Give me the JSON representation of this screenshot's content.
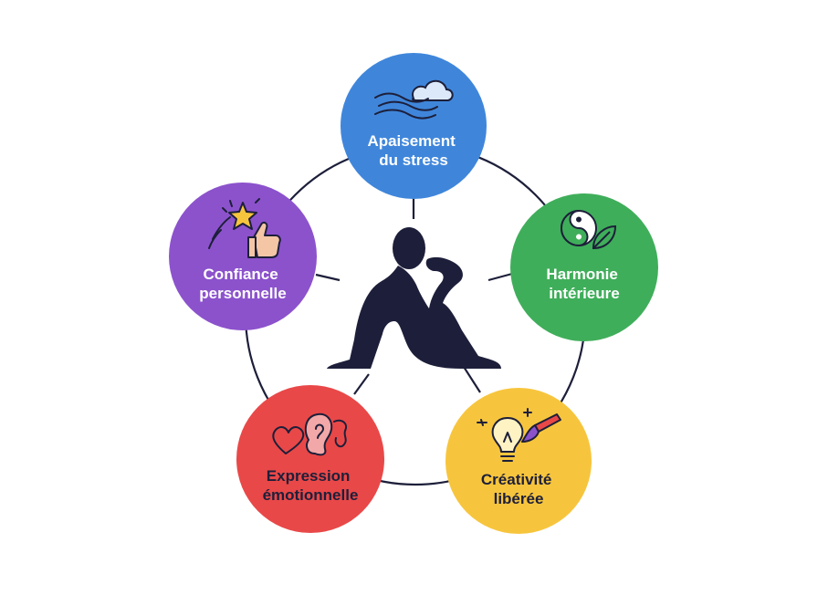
{
  "diagram": {
    "nodes": [
      {
        "id": "stress",
        "lines": [
          "Apaisement",
          "du stress"
        ],
        "color": "#3f86db",
        "text_color": "#ffffff",
        "icon": "wind-cloud-icon"
      },
      {
        "id": "harmonie",
        "lines": [
          "Harmonie",
          "intérieure"
        ],
        "color": "#3fae5a",
        "text_color": "#ffffff",
        "icon": "yin-yang-leaf-icon"
      },
      {
        "id": "creativite",
        "lines": [
          "Créativité",
          "libérée"
        ],
        "color": "#f7c53d",
        "text_color": "#1d1f3a",
        "icon": "lightbulb-paintbrush-icon"
      },
      {
        "id": "expression",
        "lines": [
          "Expression",
          "émotionnelle"
        ],
        "color": "#e94848",
        "text_color": "#1d1f3a",
        "icon": "heart-ear-icon"
      },
      {
        "id": "confiance",
        "lines": [
          "Confiance",
          "personnelle"
        ],
        "color": "#8c52cc",
        "text_color": "#ffffff",
        "icon": "star-thumbs-up-icon"
      }
    ],
    "center": {
      "icon": "seated-person-icon",
      "color": "#1d1f3a"
    },
    "ring_color": "#1d1f3a"
  }
}
